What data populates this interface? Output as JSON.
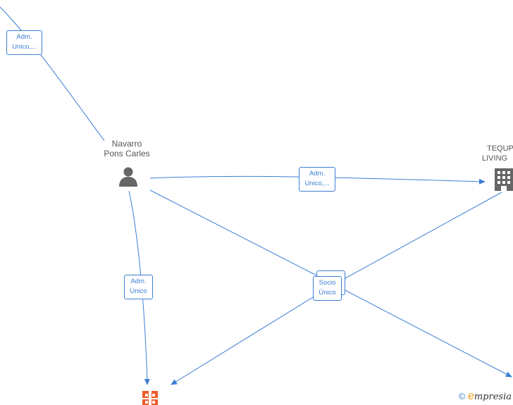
{
  "colors": {
    "edge": "#3b7fd4",
    "person_icon": "#666666",
    "company_icon": "#666666",
    "company_highlight": "#f05a28",
    "node_text": "#555555"
  },
  "nodes": {
    "person": {
      "name_line1": "Navarro",
      "name_line2": "Pons Carles",
      "icon": "person-icon"
    },
    "company_right": {
      "name_line1": "TEQUP",
      "name_line2": "LIVING",
      "icon": "building-icon"
    },
    "company_bottom": {
      "icon": "building-icon-highlighted"
    }
  },
  "edges": {
    "top_left": {
      "line1": "Adm.",
      "line2": "Unico,..."
    },
    "person_to_right": {
      "line1": "Adm.",
      "line2": "Unico,..."
    },
    "person_to_bottom": {
      "line1": "Adm.",
      "line2": "Unico"
    },
    "socio_back": {
      "line1": "",
      "line2": ""
    },
    "socio_front": {
      "line1": "Socio",
      "line2": "Único"
    }
  },
  "watermark": {
    "copyright": "©",
    "brand_e": "e",
    "brand_rest": "mpresia"
  }
}
